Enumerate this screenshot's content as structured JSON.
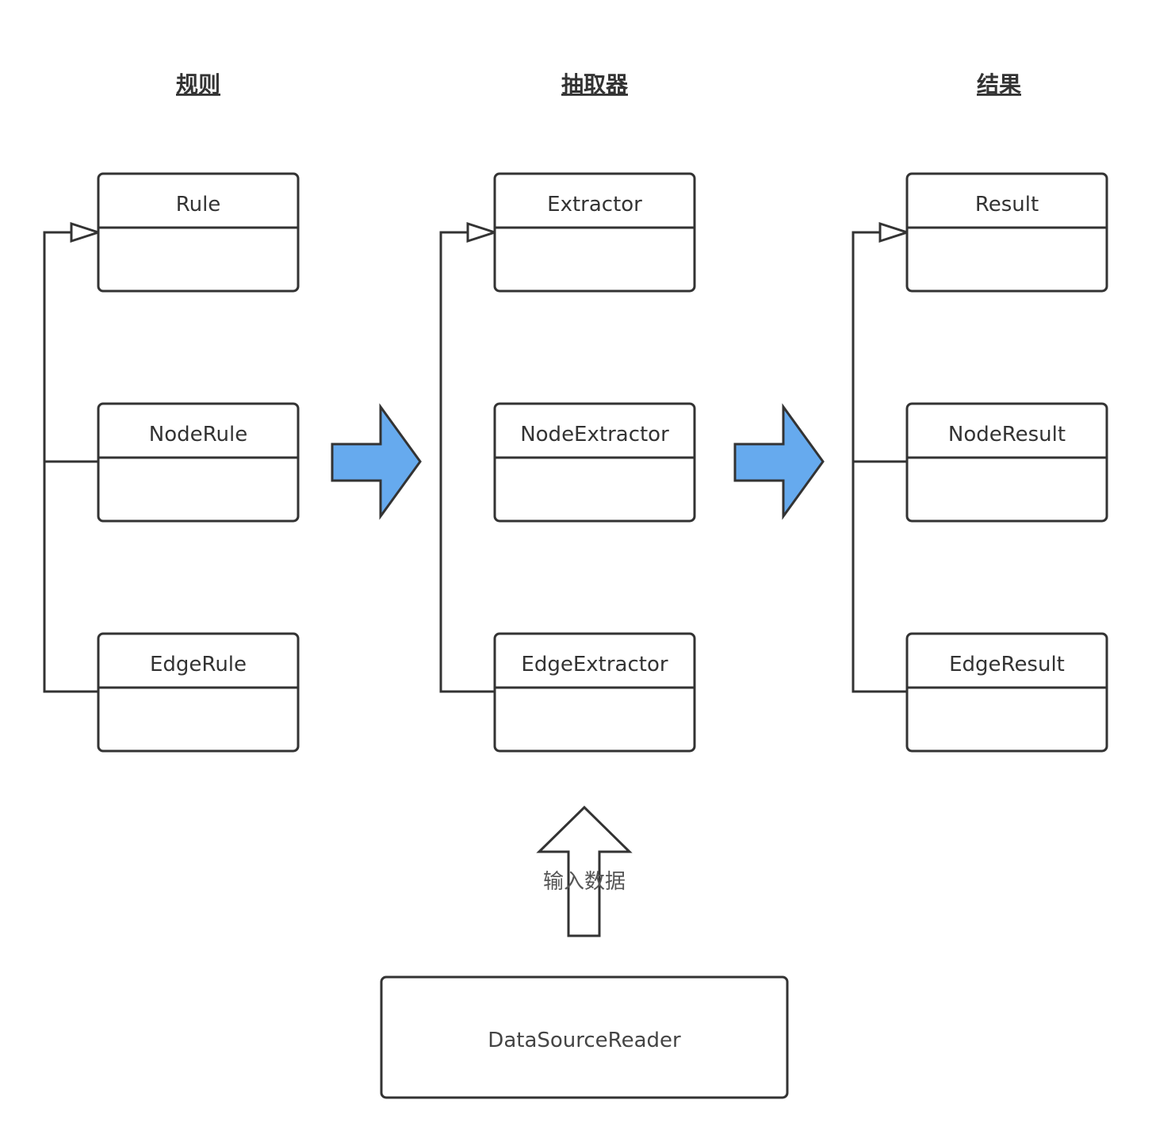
{
  "columns": [
    {
      "title": "规则",
      "classes": [
        "Rule",
        "NodeRule",
        "EdgeRule"
      ]
    },
    {
      "title": "抽取器",
      "classes": [
        "Extractor",
        "NodeExtractor",
        "EdgeExtractor"
      ]
    },
    {
      "title": "结果",
      "classes": [
        "Result",
        "NodeResult",
        "EdgeResult"
      ]
    }
  ],
  "input": {
    "label": "输入数据"
  },
  "reader": {
    "label": "DataSourceReader"
  },
  "colors": {
    "line": "#333333",
    "flow_arrow_fill": "#66aaee",
    "box_fill": "#ffffff"
  },
  "icons": {
    "flow_arrow": "right-block-arrow-icon",
    "input_arrow": "up-block-arrow-icon",
    "inheritance": "hollow-triangle-arrowhead-icon"
  }
}
